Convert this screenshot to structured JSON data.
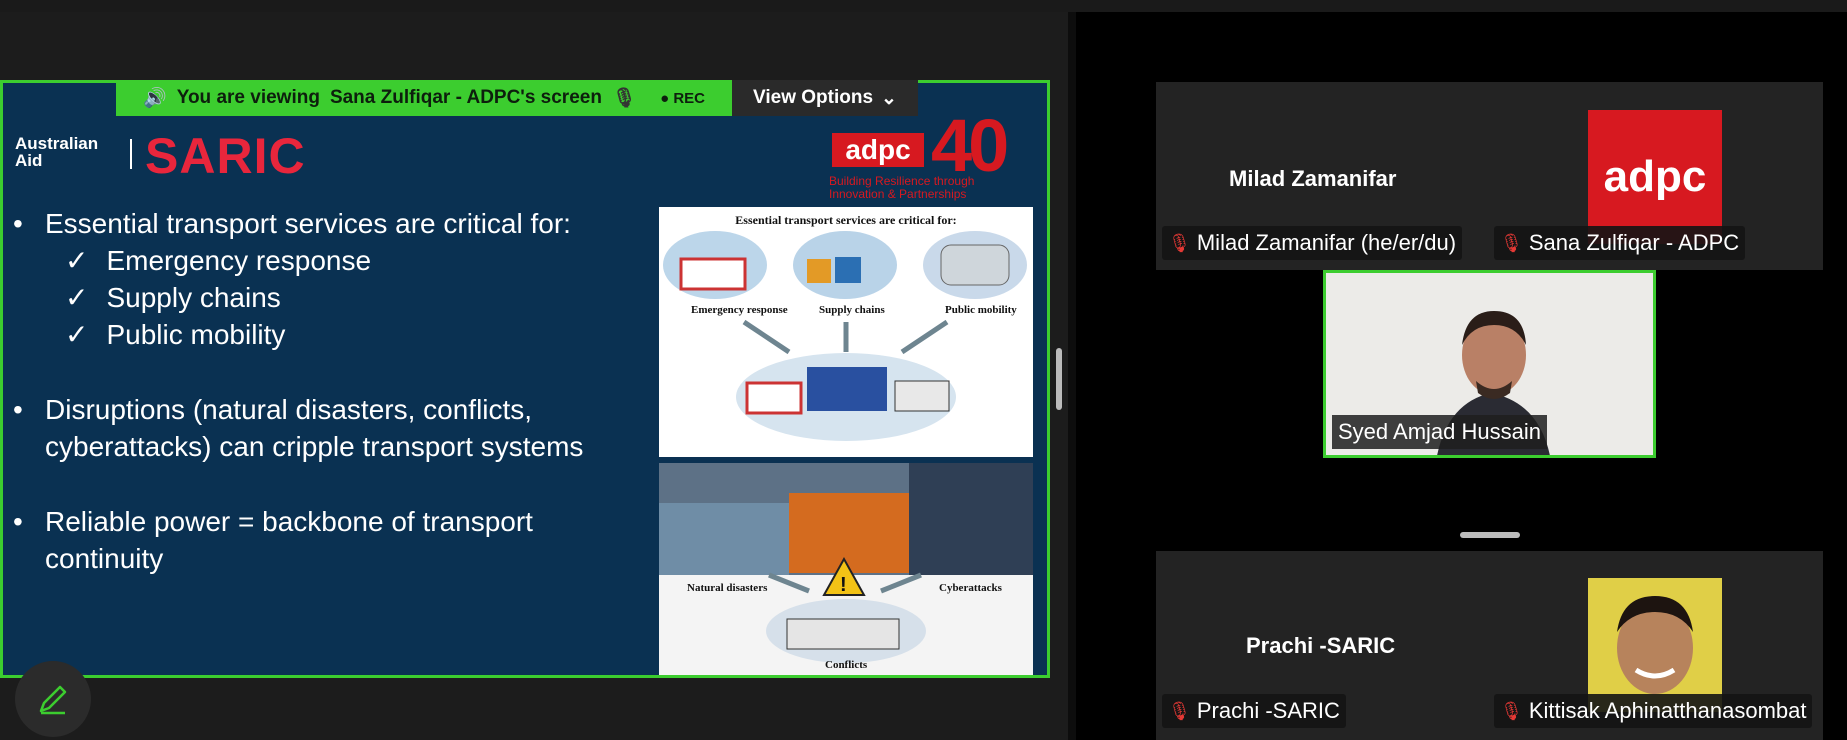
{
  "banner": {
    "viewing_text": "You are viewing",
    "presenter": "Sana Zulfiqar - ADPC's screen",
    "rec": "REC",
    "view_options": "View Options"
  },
  "slide": {
    "aus_aid_line1": "Australian",
    "aus_aid_line2": "Aid",
    "saric": "SARIC",
    "adpc": "adpc",
    "forty": "40",
    "adpc_tagline": "Building Resilience through Innovation & Partnerships",
    "bullet1": "Essential transport services are critical for:",
    "check1": "Emergency response",
    "check2": "Supply chains",
    "check3": "Public mobility",
    "bullet2": "Disruptions (natural disasters, conflicts, cyberattacks) can cripple transport systems",
    "bullet3": "Reliable power = backbone of transport continuity",
    "image1": {
      "title": "Essential transport services are critical for:",
      "labels": [
        "Emergency response",
        "Supply chains",
        "Public mobility"
      ]
    },
    "image2": {
      "labels": [
        "Natural disasters",
        "Cyberattacks",
        "Conflicts"
      ]
    }
  },
  "participants": [
    {
      "display": "Milad Zamanifar",
      "tag": "Milad Zamanifar (he/er/du)"
    },
    {
      "display": "ADPC",
      "tag": "Sana Zulfiqar - ADPC",
      "logo": "adpc"
    },
    {
      "display": "Syed Amjad Hussain",
      "tag": "Syed Amjad Hussain"
    },
    {
      "display": "Prachi -SARIC",
      "tag": "Prachi -SARIC"
    },
    {
      "display": "Kittisak Aphinatthanasombat",
      "tag": "Kittisak Aphinatthanasombat"
    }
  ],
  "colors": {
    "active_speaker": "#3ccd2f",
    "slide_bg": "#0a3152",
    "saric_red": "#e8263c",
    "muted_mic": "#e53935"
  }
}
